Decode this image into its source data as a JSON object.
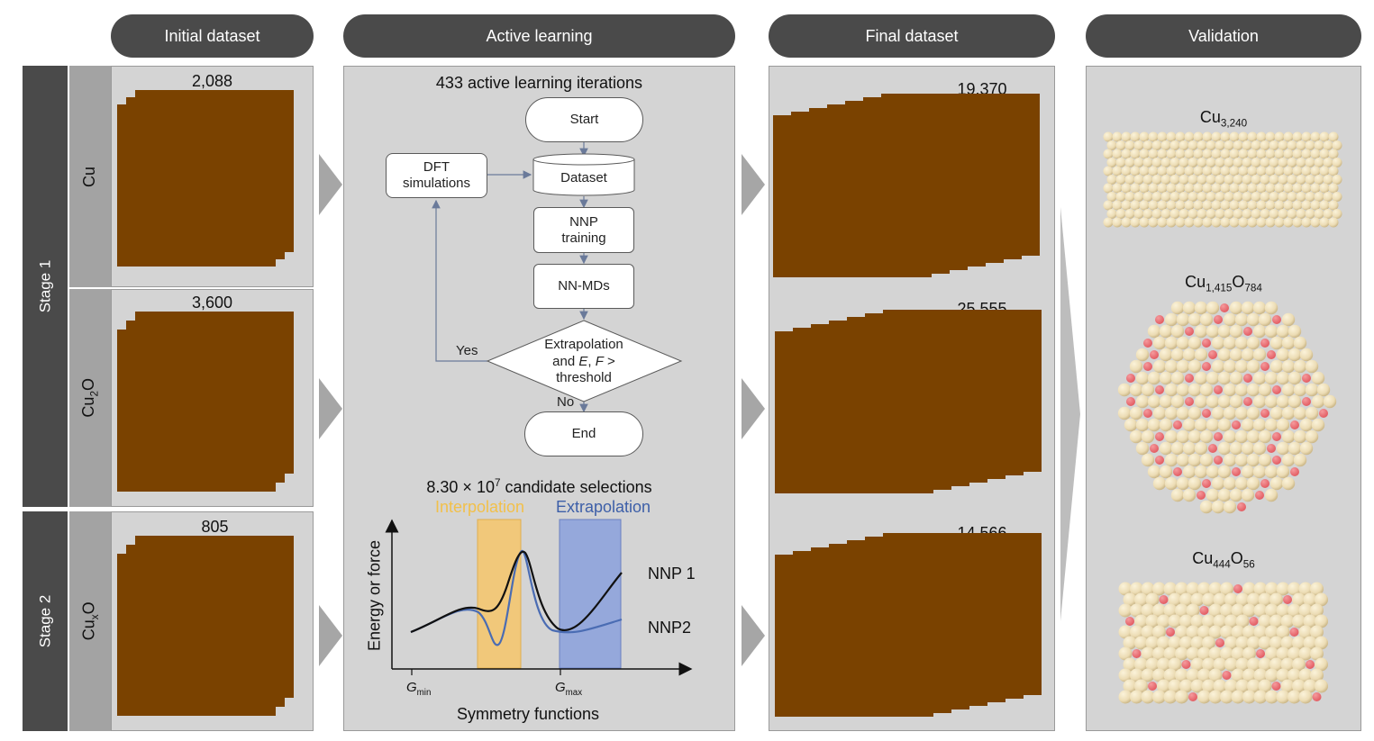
{
  "headers": {
    "initial": "Initial dataset",
    "active": "Active learning",
    "final": "Final dataset",
    "validation": "Validation"
  },
  "stages": {
    "stage1": "Stage 1",
    "stage2": "Stage 2"
  },
  "materials": {
    "cu": "Cu",
    "cu2o_base": "Cu",
    "cu2o_sub": "2",
    "cu2o_tail": "O",
    "cuxo_base": "Cu",
    "cuxo_sub": "x",
    "cuxo_tail": "O"
  },
  "initial_counts": {
    "cu": "2,088",
    "cu2o": "3,600",
    "cuxo": "805"
  },
  "final_counts": {
    "cu": "19,370",
    "cu2o": "25,555",
    "cuxo": "14,566"
  },
  "flow": {
    "iterations": "433 active learning iterations",
    "start": "Start",
    "dft_line1": "DFT",
    "dft_line2": "simulations",
    "dataset": "Dataset",
    "nnp_line1": "NNP",
    "nnp_line2": "training",
    "nnmds": "NN-MDs",
    "extrap_line1": "Extrapolation",
    "extrap_line2_pre": "and ",
    "extrap_line2_e": "E",
    "extrap_line2_sep": ", ",
    "extrap_line2_f": "F",
    "extrap_line2_post": " >",
    "extrap_line3": "threshold",
    "yes": "Yes",
    "no": "No",
    "end": "End"
  },
  "plot": {
    "candidates_pre": "8.30 × 10",
    "candidates_exp": "7",
    "candidates_post": " candidate selections",
    "interpolation": "Interpolation",
    "extrapolation": "Extrapolation",
    "ylabel": "Energy or force",
    "xlabel": "Symmetry functions",
    "gmin_base": "G",
    "gmin_sub": "min",
    "gmax_base": "G",
    "gmax_sub": "max",
    "nnp1": "NNP 1",
    "nnp2": "NNP2",
    "colors": {
      "interp": "#f7c66b",
      "extrap": "#8fa4dc",
      "nnp1": "#111111",
      "nnp2": "#4a6cb3",
      "interp_text": "#f2c04a",
      "extrap_text": "#3d5fa8"
    }
  },
  "validation": {
    "v1_base": "Cu",
    "v1_sub": "3,240",
    "v2_base": "Cu",
    "v2_sub": "1,415",
    "v2_mid": "O",
    "v2_sub2": "784",
    "v3_base": "Cu",
    "v3_sub": "444",
    "v3_mid": "O",
    "v3_sub2": "56"
  },
  "colors": {
    "cu_atom": "#ecdcb4",
    "o_atom": "#e35d63",
    "background": "#7a4200",
    "pill": "#4a4a4a",
    "panel": "#d4d4d4"
  }
}
